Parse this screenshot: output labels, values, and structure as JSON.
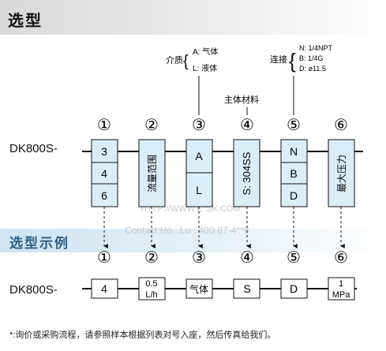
{
  "page": {
    "section_title": "选型",
    "example_title": "选型示例",
    "model_prefix": "DK800S-",
    "footnote": "*:询价或采购流程，请参照样本根据列表对号入座，然后传真给我们。",
    "watermark_url": "HTTP://WWW.E*SK.COM",
    "watermark_contact": "Contact:Ho...Lu : 400-87-4**8"
  },
  "annotations": {
    "medium": {
      "label": "介质",
      "options": [
        "A: 气体",
        "L: 液体"
      ]
    },
    "material": {
      "label": "主体材料"
    },
    "connection": {
      "label": "连接",
      "options": [
        "N: 1/4NPT",
        "B: 1/4G",
        "D: ø11.5"
      ]
    }
  },
  "steps": [
    "①",
    "②",
    "③",
    "④",
    "⑤",
    "⑥"
  ],
  "columns": [
    {
      "id": "range",
      "cells": [
        "3",
        "4",
        "6"
      ]
    },
    {
      "id": "flow",
      "cells": [
        "流量范围"
      ]
    },
    {
      "id": "medium",
      "cells": [
        "A",
        "L"
      ]
    },
    {
      "id": "material",
      "cells": [
        "S: 304SS"
      ]
    },
    {
      "id": "connection",
      "cells": [
        "N",
        "B",
        "D"
      ]
    },
    {
      "id": "pressure",
      "cells": [
        "最大压力"
      ]
    }
  ],
  "example": {
    "values": [
      "4",
      "0.5 L/h",
      "气体",
      "S",
      "D",
      "1 MPa"
    ]
  },
  "colors": {
    "box_fill": "#daeef9",
    "box_stroke": "#111111",
    "example_title": "#2d5f86"
  }
}
